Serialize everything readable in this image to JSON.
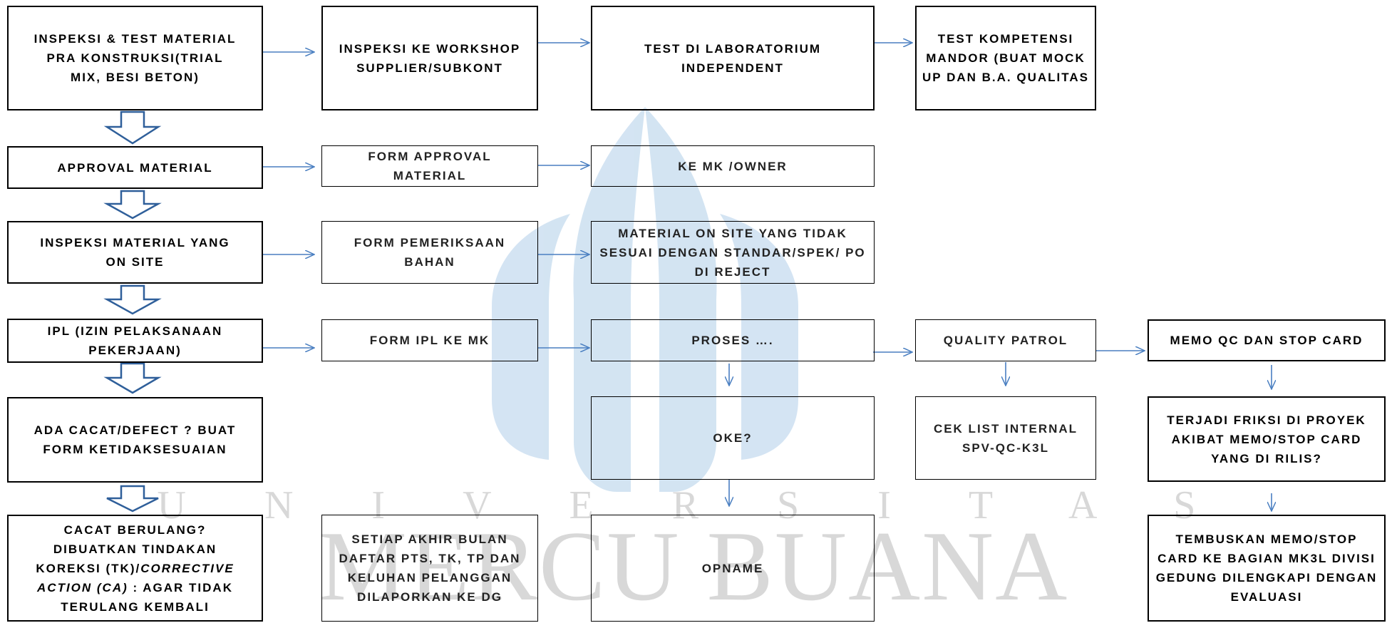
{
  "watermark": {
    "top": "U N I V E R S I T A S",
    "big": "MERCU BUANA"
  },
  "colors": {
    "arrow": "#4a7fc1",
    "box_border": "#000000",
    "watermark": "#b9b9b9"
  },
  "col1": {
    "b1": "INSPEKSI & TEST MATERIAL PRA KONSTRUKSI(TRIAL MIX, BESI BETON)",
    "b2": "APPROVAL MATERIAL",
    "b3": "INSPEKSI MATERIAL YANG ON SITE",
    "b4": "IPL (IZIN PELAKSANAAN PEKERJAAN)",
    "b5": "ADA CACAT/DEFECT ? BUAT FORM KETIDAKSESUAIAN",
    "b6_1": "CACAT BERULANG? DIBUATKAN TINDAKAN KOREKSI (TK)/",
    "b6_2": "CORRECTIVE ACTION (CA)",
    "b6_3": " : AGAR TIDAK TERULANG KEMBALI"
  },
  "col2": {
    "b1": "INSPEKSI KE WORKSHOP SUPPLIER/SUBKONT",
    "b2": "FORM APPROVAL MATERIAL",
    "b3": "FORM PEMERIKSAAN BAHAN",
    "b4": "FORM IPL KE MK",
    "b6": "SETIAP AKHIR BULAN DAFTAR PTS, TK, TP DAN KELUHAN PELANGGAN DILAPORKAN KE DG"
  },
  "col3": {
    "b1": "TEST DI LABORATORIUM INDEPENDENT",
    "b2": "KE MK /OWNER",
    "b3": "MATERIAL  ON SITE YANG TIDAK SESUAI DENGAN STANDAR/SPEK/ PO DI REJECT",
    "b4": "PROSES ….",
    "b5": "OKE?",
    "b6": "OPNAME"
  },
  "col4": {
    "b1": "TEST KOMPETENSI MANDOR (BUAT MOCK UP DAN B.A. QUALITAS",
    "b4": "QUALITY PATROL",
    "b5": "CEK LIST INTERNAL SPV-QC-K3L"
  },
  "col5": {
    "b4": "MEMO QC DAN STOP CARD",
    "b5": "TERJADI FRIKSI DI PROYEK AKIBAT MEMO/STOP CARD YANG DI RILIS?",
    "b6": "TEMBUSKAN MEMO/STOP CARD KE BAGIAN MK3L DIVISI GEDUNG DILENGKAPI DENGAN EVALUASI"
  }
}
